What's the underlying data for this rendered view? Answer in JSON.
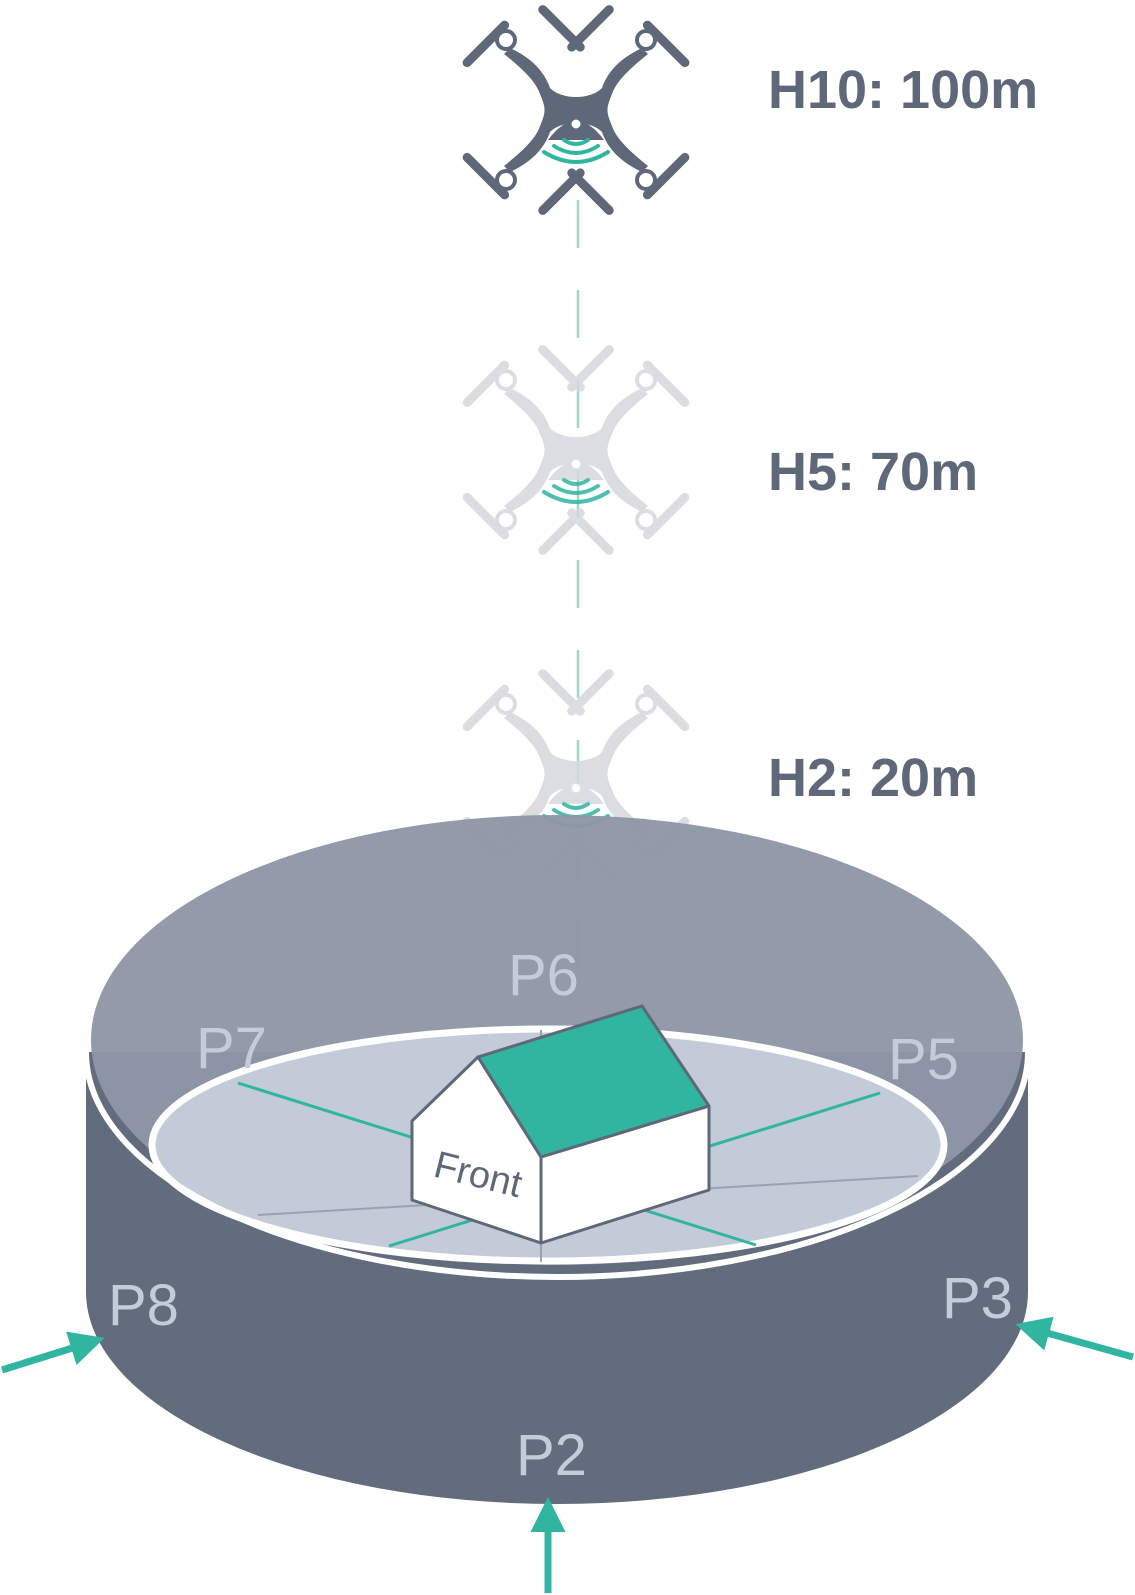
{
  "altitudes": [
    {
      "label": "H10: 100m"
    },
    {
      "label": "H5: 70m"
    },
    {
      "label": "H2: 20m"
    }
  ],
  "points": {
    "p6": "P6",
    "p7": "P7",
    "p5": "P5",
    "p8": "P8",
    "p3": "P3",
    "p2": "P2"
  },
  "house": {
    "front_label": "Front"
  },
  "colors": {
    "accent": "#2fb5a0",
    "drone": "#5f6878",
    "cylinder_outer": "#636c7d",
    "cylinder_inner": "#9097a8",
    "floor": "#c3cad8"
  },
  "icons": [
    "drone-icon",
    "arrow-icon",
    "house-icon"
  ]
}
